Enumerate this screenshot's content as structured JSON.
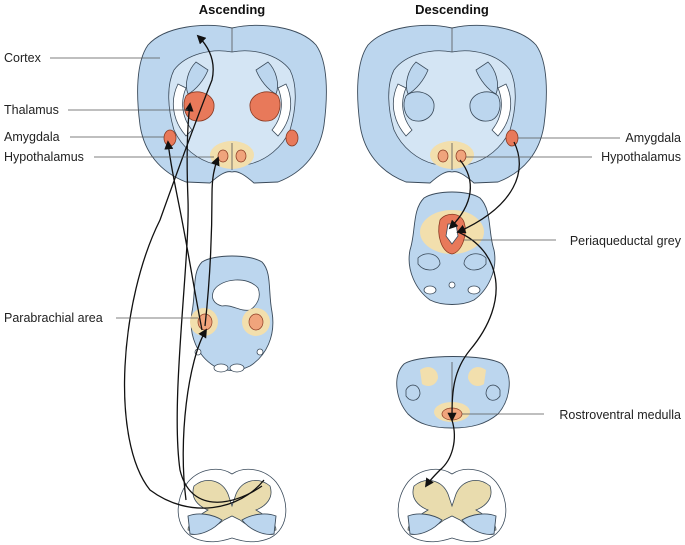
{
  "headings": {
    "ascending": "Ascending",
    "descending": "Descending"
  },
  "left_labels": {
    "cortex": "Cortex",
    "thalamus": "Thalamus",
    "amygdala": "Amygdala",
    "hypothalamus": "Hypothalamus",
    "parabrachial_area": "Parabrachial area"
  },
  "right_labels": {
    "amygdala": "Amygdala",
    "hypothalamus": "Hypothalamus",
    "periaqueductal_grey": "Periaqueductal grey",
    "rostroventral_medulla": "Rostroventral medulla"
  },
  "colors": {
    "tissue": "#bcd6ee",
    "nucleus": "#e8795a",
    "halo": "#f2dfad",
    "grey_matter": "#e9dcae"
  }
}
